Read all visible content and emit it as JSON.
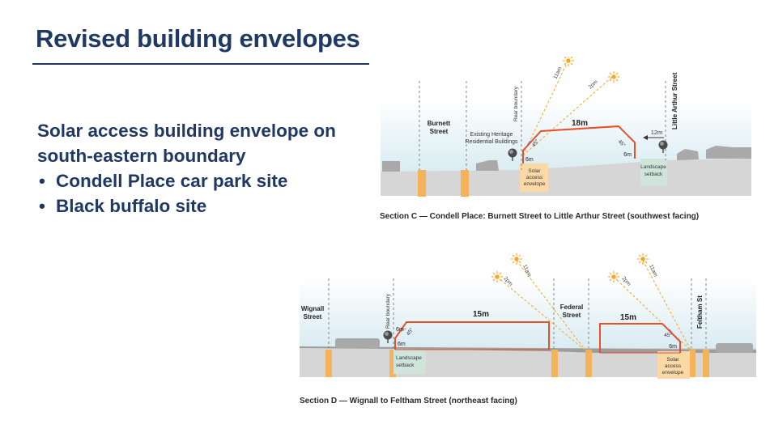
{
  "slide": {
    "title": "Revised building envelopes",
    "subtitle_line1": "Solar access building envelope on",
    "subtitle_line2": "south-eastern boundary",
    "bullets": [
      "Condell Place car park site",
      "Black buffalo site"
    ]
  },
  "section_c": {
    "caption": "Section C — Condell Place: Burnett Street to Little Arthur Street (southwest facing)",
    "burnett_1": "Burnett",
    "burnett_2": "Street",
    "heritage_1": "Existing Heritage",
    "heritage_2": "Residential Buildings",
    "rear_boundary": "Rear boundary",
    "little_arthur": "Little Arthur Street",
    "height": "18m",
    "setback_dist": "12m",
    "left_6m": "6m",
    "right_6m": "6m",
    "angle_left": "45°",
    "angle_right": "45°",
    "sun_11am": "11am",
    "sun_2pm": "2pm",
    "solar_1": "Solar",
    "solar_2": "access",
    "solar_3": "envelope",
    "landscape_1": "Landscape",
    "landscape_2": "setback"
  },
  "section_d": {
    "caption": "Section D — Wignall to Feltham Street (northeast facing)",
    "wignall_1": "Wignall",
    "wignall_2": "Street",
    "rear_boundary": "Rear boundary",
    "federal_1": "Federal",
    "federal_2": "Street",
    "feltham": "Feltham St",
    "height_left": "15m",
    "height_right": "15m",
    "left_6m_top": "6m",
    "left_6m_bottom": "6m",
    "right_6m": "6m",
    "angle_left": "45°",
    "angle_right": "45°",
    "sun_11am_a": "11am",
    "sun_2pm_a": "2pm",
    "sun_11am_b": "11am",
    "sun_2pm_b": "2pm",
    "landscape_1": "Landscape",
    "landscape_2": "setback",
    "solar_1": "Solar",
    "solar_2": "access",
    "solar_3": "envelope"
  },
  "colors": {
    "title": "#1f3864",
    "envelope": "#e8502a",
    "sun": "#f5a623",
    "ground": "#d6d6d6",
    "landscape": "#cfe5dc",
    "solar_zone": "#fbd9a6"
  }
}
